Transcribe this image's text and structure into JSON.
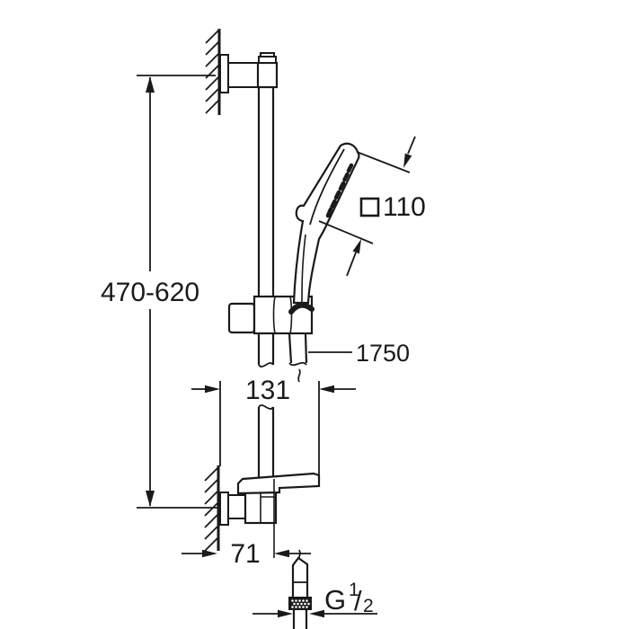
{
  "colors": {
    "line": "#1a1a1a",
    "background": "#ffffff"
  },
  "labels": {
    "rail_height_range": "470-620",
    "head_size": "110",
    "hose_length": "1750",
    "upper_offset": "131",
    "lower_offset": "71",
    "thread_prefix": "G",
    "thread_numerator": "1",
    "thread_slash": "/",
    "thread_denominator": "2"
  }
}
